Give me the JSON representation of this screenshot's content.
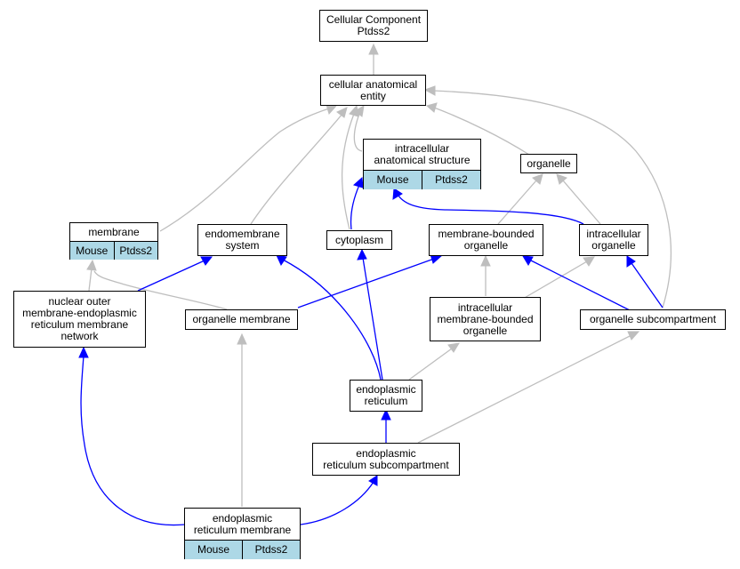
{
  "diagram": {
    "colors": {
      "is_a_edge": "#bebebe",
      "part_of_edge": "#0000ff",
      "annotation_fill": "#add8e6"
    },
    "nodes": {
      "root": {
        "label": "Cellular Component\nPtdss2"
      },
      "cae": {
        "label": "cellular anatomical\nentity"
      },
      "ias": {
        "label": "intracellular\nanatomical structure",
        "cells": [
          "Mouse",
          "Ptdss2"
        ]
      },
      "organelle": {
        "label": "organelle"
      },
      "membrane": {
        "label": "membrane",
        "cells": [
          "Mouse",
          "Ptdss2"
        ]
      },
      "endomembrane": {
        "label": "endomembrane\nsystem"
      },
      "cytoplasm": {
        "label": "cytoplasm"
      },
      "mbo": {
        "label": "membrane-bounded\norganelle"
      },
      "io": {
        "label": "intracellular\norganelle"
      },
      "nuclear": {
        "label": "nuclear outer\nmembrane-endoplasmic\nreticulum membrane\nnetwork"
      },
      "orgmem": {
        "label": "organelle membrane"
      },
      "imbo": {
        "label": "intracellular\nmembrane-bounded\norganelle"
      },
      "osub": {
        "label": "organelle subcompartment"
      },
      "er": {
        "label": "endoplasmic\nreticulum"
      },
      "ersub": {
        "label": "endoplasmic\nreticulum subcompartment"
      },
      "ermem": {
        "label": "endoplasmic\nreticulum membrane",
        "cells": [
          "Mouse",
          "Ptdss2"
        ]
      }
    }
  }
}
